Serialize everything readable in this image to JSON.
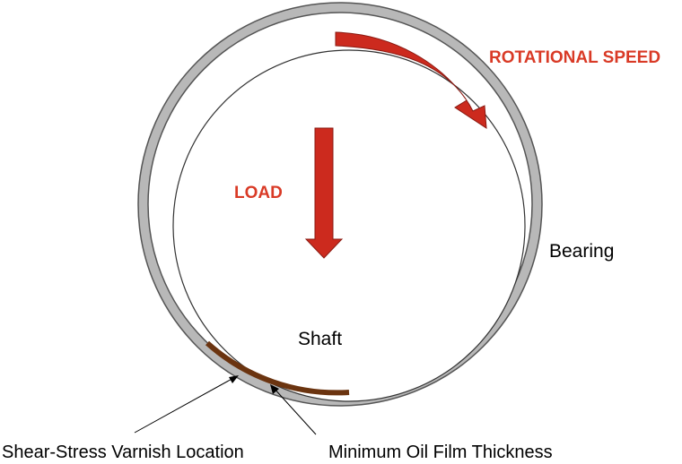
{
  "labels": {
    "rotational_speed": "ROTATIONAL SPEED",
    "load": "LOAD",
    "bearing": "Bearing",
    "shaft": "Shaft",
    "varnish_location": "Shear-Stress Varnish Location",
    "min_film": "Minimum Oil Film Thickness"
  },
  "colors": {
    "arrow_red": "#cc2a1e",
    "label_red": "#d93a26",
    "bearing_gray": "#b8b8b8",
    "varnish_brown": "#6b3410",
    "outline": "#333333"
  }
}
